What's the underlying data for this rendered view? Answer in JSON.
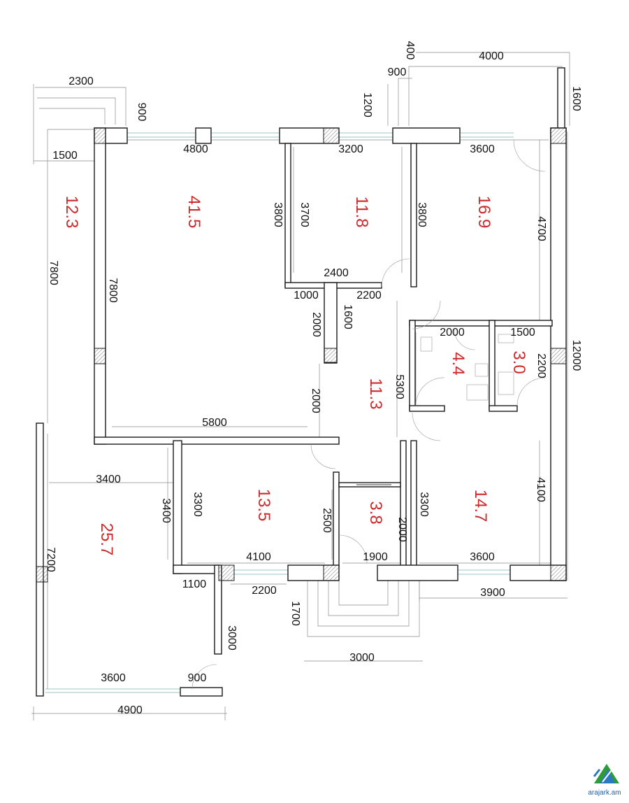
{
  "areas": {
    "a123": "12.3",
    "a415": "41.5",
    "a118": "11.8",
    "a169": "16.9",
    "a44": "4.4",
    "a30": "3.0",
    "a113": "11.3",
    "a135": "13.5",
    "a38": "3.8",
    "a147": "14.7",
    "a257": "25.7"
  },
  "dims": {
    "d2300": "2300",
    "d900a": "900",
    "d1500a": "1500",
    "d7800a": "7800",
    "d7800b": "7800",
    "d4800": "4800",
    "d3800a": "3800",
    "d3700": "3700",
    "d3200": "3200",
    "d3600a": "3600",
    "d3800b": "3800",
    "d4700": "4700",
    "d400": "400",
    "d4000": "4000",
    "d900b": "900",
    "d1200": "1200",
    "d1600a": "1600",
    "d2400": "2400",
    "d1000": "1000",
    "d2200a": "2200",
    "d2000a": "2000",
    "d1600b": "1600",
    "d2000b": "2000",
    "d1500b": "1500",
    "d2200b": "2200",
    "d12000": "12000",
    "d5300": "5300",
    "d2000c": "2000",
    "d5800": "5800",
    "d3400a": "3400",
    "d3400b": "3400",
    "d3300a": "3300",
    "d2500": "2500",
    "d3300b": "3300",
    "d4100a": "4100",
    "d7200": "7200",
    "d4100b": "4100",
    "d1900": "1900",
    "d3600b": "3600",
    "d2000d": "2000",
    "d1100": "1100",
    "d2200c": "2200",
    "d1700": "1700",
    "d3900": "3900",
    "d3000a": "3000",
    "d3000b": "3000",
    "d3600c": "3600",
    "d900c": "900",
    "d4900": "4900"
  },
  "logo": {
    "text": "arajark.am"
  },
  "colors": {
    "area_label": "#cc2b2b",
    "wall": "#1a1a1a",
    "dimension_line": "#8a8a8a"
  }
}
